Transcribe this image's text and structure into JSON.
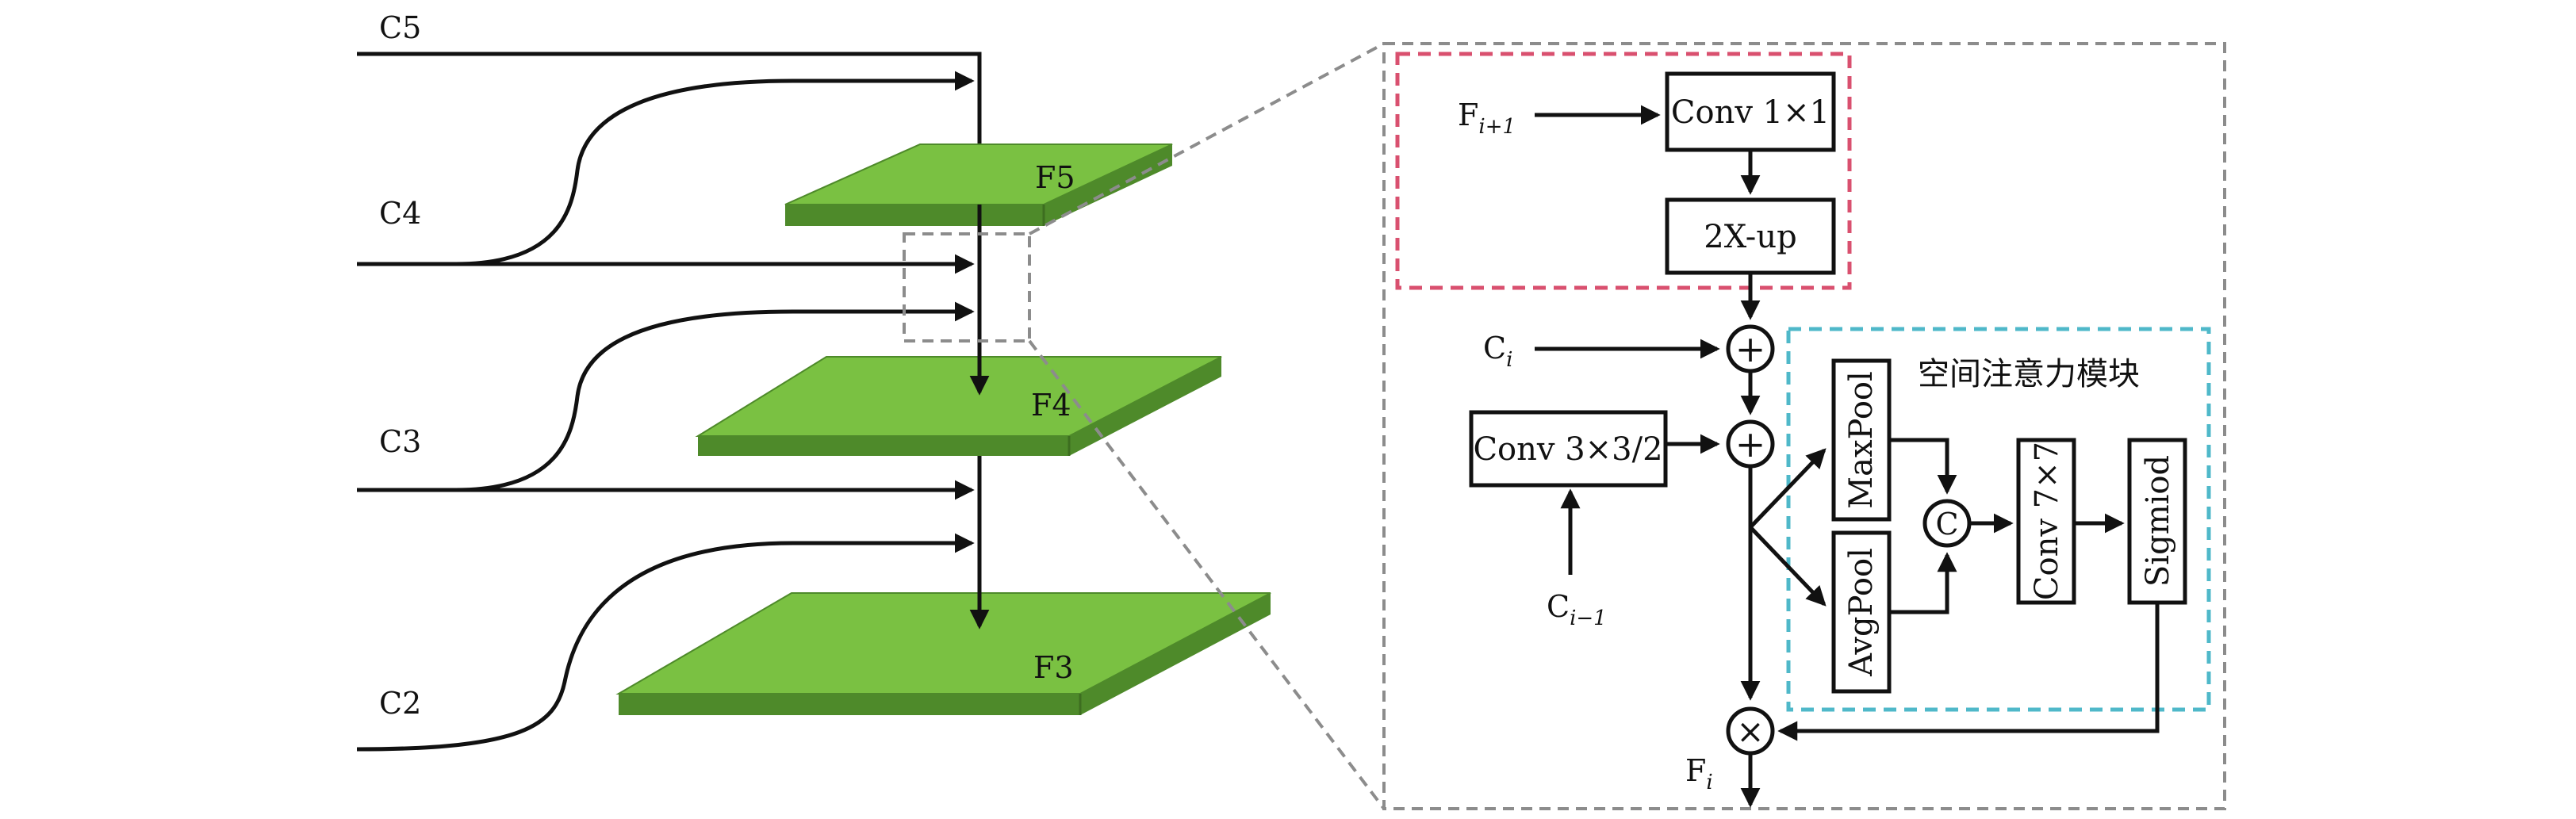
{
  "pyramid": {
    "inputs": [
      "C5",
      "C4",
      "C3",
      "C2"
    ],
    "layers": [
      "F5",
      "F4",
      "F3"
    ],
    "layer_color": "#7ac142",
    "layer_edge_color": "#4e8a2a"
  },
  "detail": {
    "input_top": "F",
    "input_top_sub": "i+1",
    "conv1": "Conv 1×1",
    "upsample": "2X-up",
    "ci": "C",
    "ci_sub": "i",
    "conv3": "Conv 3×3/2",
    "ci_prev": "C",
    "ci_prev_sub": "i−1",
    "attention_title": "空间注意力模块",
    "maxpool": "MaxPool",
    "avgpool": "AvgPool",
    "concat_symbol": "C",
    "conv7": "Conv 7×7",
    "sigmoid": "Sigmiod",
    "add_symbol": "+",
    "mul_symbol": "×",
    "output": "F",
    "output_sub": "i"
  },
  "colors": {
    "upsample_frame": "#d9506f",
    "attention_frame": "#4fb8c9",
    "zoom_frame": "#8c8c8c"
  }
}
